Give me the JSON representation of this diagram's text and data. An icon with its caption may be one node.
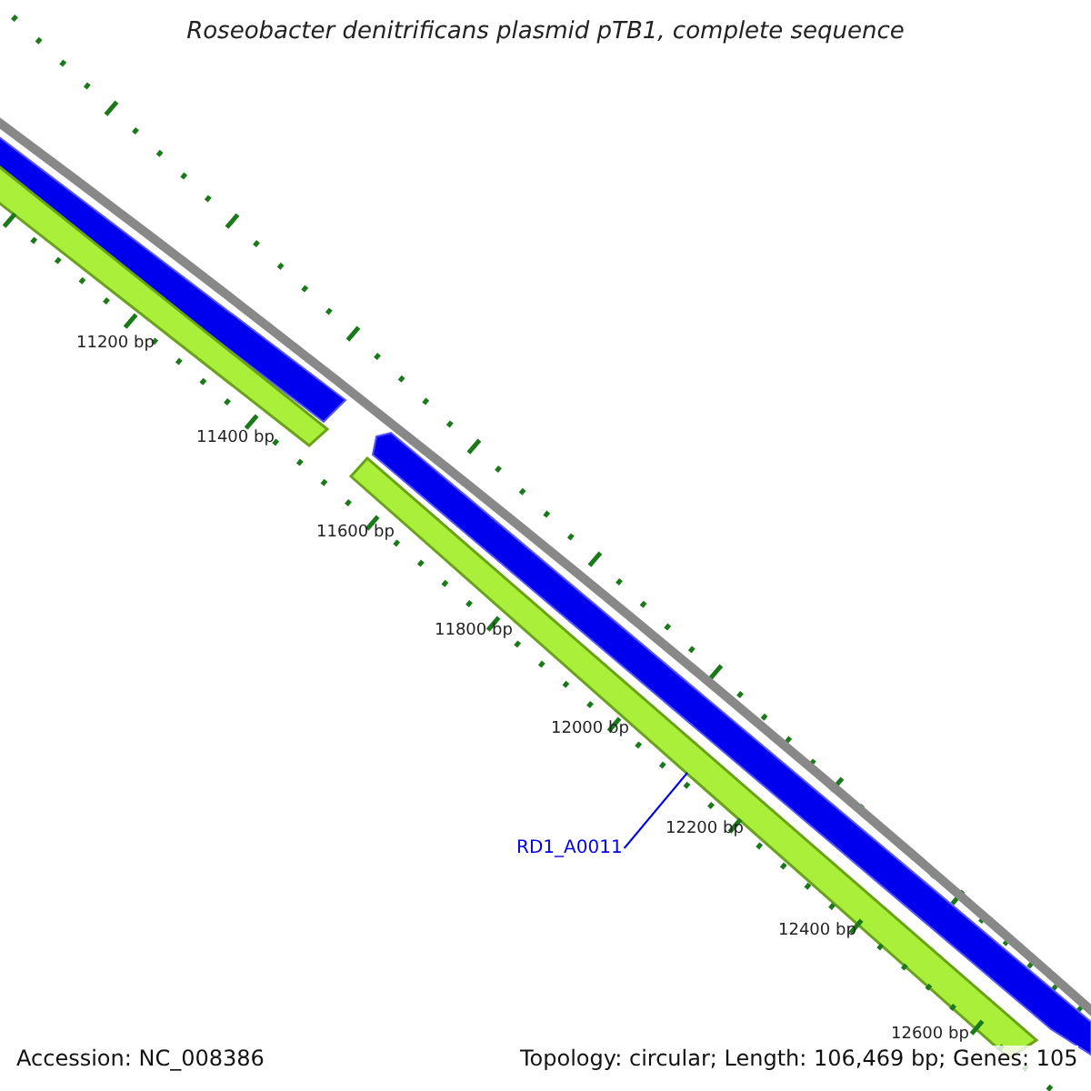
{
  "diagram": {
    "title": "Roseobacter denitrificans plasmid pTB1, complete sequence",
    "nodes": [
      {
        "text": [
          "RD1_A0011"
        ]
      },
      {
        "text": [],
        "shape": "bar"
      }
    ],
    "edges": [
      {
        "from": 0,
        "to": 1,
        "arrow": "none"
      }
    ],
    "labels": [
      "11200 bp",
      "11400 bp",
      "11600 bp",
      "11800 bp",
      "12000 bp",
      "12200 bp",
      "12400 bp",
      "12600 bp",
      "Accession: NC_008386",
      "Topology: circular; Length: 106,469 bp; Genes: 105"
    ]
  }
}
